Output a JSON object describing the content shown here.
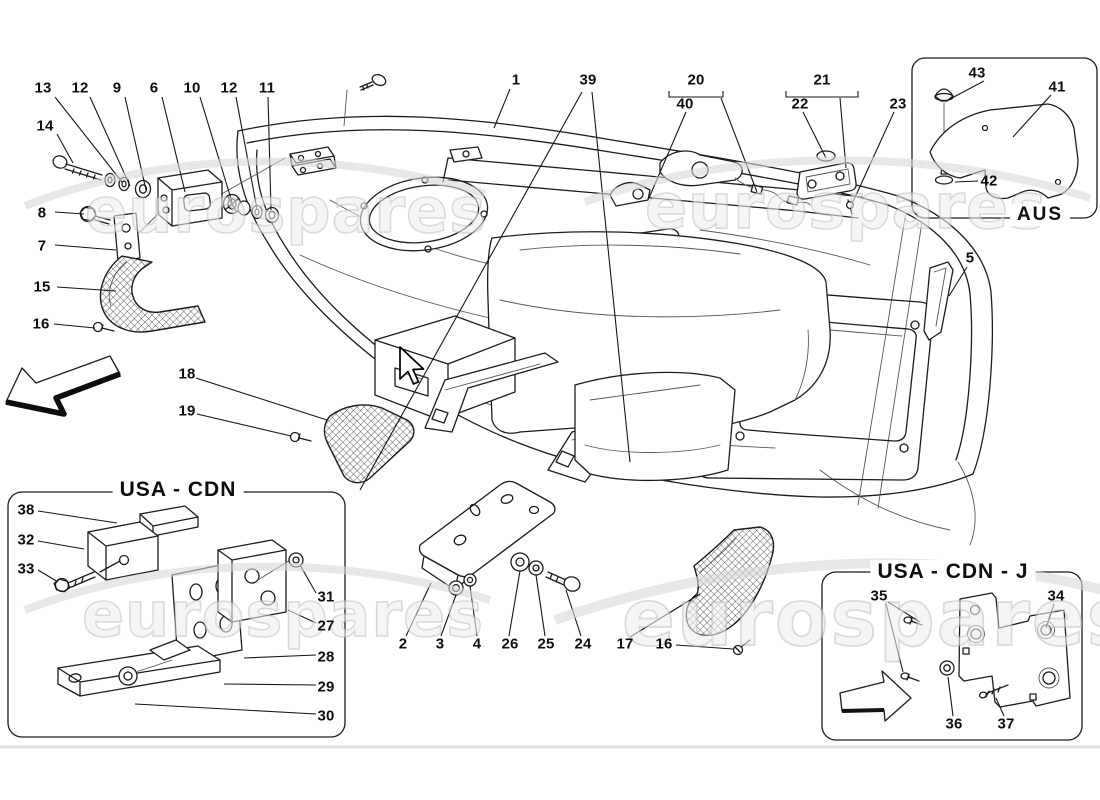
{
  "watermark": {
    "text": "eurospares"
  },
  "boxes": {
    "aus": "AUS",
    "usa_cdn": "USA - CDN",
    "usa_cdn_j": "USA - CDN - J"
  },
  "colors": {
    "line": "#1c1c1c",
    "watermark_fill": "#efefef",
    "watermark_stroke": "#c3c3c3",
    "swoosh": "#d8d8d8",
    "background": "#ffffff"
  },
  "callouts": {
    "k1": "1",
    "k2": "2",
    "k3": "3",
    "k4": "4",
    "k5": "5",
    "k6": "6",
    "k7": "7",
    "k8": "8",
    "k9": "9",
    "k10": "10",
    "k11": "11",
    "k12a": "12",
    "k12b": "12",
    "k13": "13",
    "k14": "14",
    "k15": "15",
    "k16a": "16",
    "k16b": "16",
    "k17": "17",
    "k18": "18",
    "k19": "19",
    "k20": "20",
    "k21": "21",
    "k22": "22",
    "k23": "23",
    "k24": "24",
    "k25": "25",
    "k26": "26",
    "k27": "27",
    "k28": "28",
    "k29": "29",
    "k30": "30",
    "k31": "31",
    "k32": "32",
    "k33": "33",
    "k34": "34",
    "k35": "35",
    "k36": "36",
    "k37": "37",
    "k38": "38",
    "k39": "39",
    "k40": "40",
    "k41": "41",
    "k42": "42",
    "k43": "43"
  }
}
